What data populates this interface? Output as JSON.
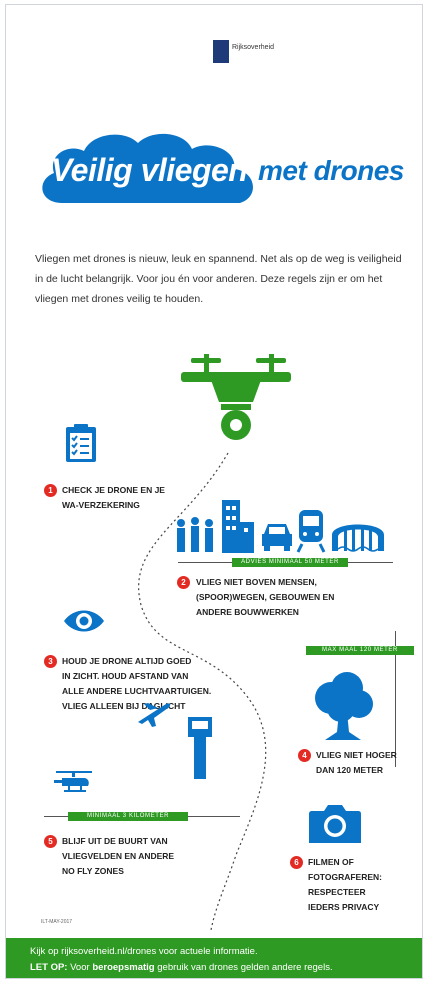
{
  "header": {
    "org": "Rijksoverheid"
  },
  "title": {
    "part1": "Veilig vliegen",
    "part2": "met drones"
  },
  "intro": "Vliegen met drones is nieuw, leuk en spannend. Net als op de weg is veiligheid in de lucht belangrijk. Voor jou én voor anderen. Deze regels zijn er om het vliegen met drones veilig te houden.",
  "rules": [
    {
      "num": "1",
      "lines": [
        "CHECK JE DRONE EN JE",
        "WA-VERZEKERING"
      ]
    },
    {
      "num": "2",
      "lines": [
        "VLIEG NIET BOVEN MENSEN,",
        "(SPOOR)WEGEN, GEBOUWEN EN",
        "ANDERE BOUWWERKEN"
      ]
    },
    {
      "num": "3",
      "lines": [
        "HOUD JE DRONE ALTIJD GOED",
        "IN ZICHT. HOUD AFSTAND VAN",
        "ALLE ANDERE LUCHTVAARTUIGEN.",
        "VLIEG ALLEEN BIJ DAGLICHT"
      ]
    },
    {
      "num": "4",
      "lines": [
        "VLIEG NIET HOGER",
        "DAN 120 METER"
      ]
    },
    {
      "num": "5",
      "lines": [
        "BLIJF UIT DE BUURT VAN",
        "VLIEGVELDEN EN ANDERE",
        "NO FLY ZONES"
      ]
    },
    {
      "num": "6",
      "lines": [
        "FILMEN OF",
        "FOTOGRAFEREN:",
        "RESPECTEER",
        "IEDERS PRIVACY"
      ]
    }
  ],
  "bars": {
    "advies": "ADVIES MINIMAAL 50 METER",
    "max": "MAX MAAL 120 METER",
    "minimaal": "MINIMAAL 3 KILOMETER"
  },
  "small_note": "ILT-MAY-2017",
  "footer": {
    "line1": "Kijk op rijksoverheid.nl/drones voor actuele informatie.",
    "line2_prefix": "LET OP:",
    "line2_a": " Voor ",
    "line2_bold": "beroepsmatig",
    "line2_b": " gebruik van drones gelden andere regels."
  },
  "colors": {
    "green": "#2e9a23",
    "blue": "#0b74c7",
    "red": "#e32b24",
    "navy": "#1e3a78"
  }
}
